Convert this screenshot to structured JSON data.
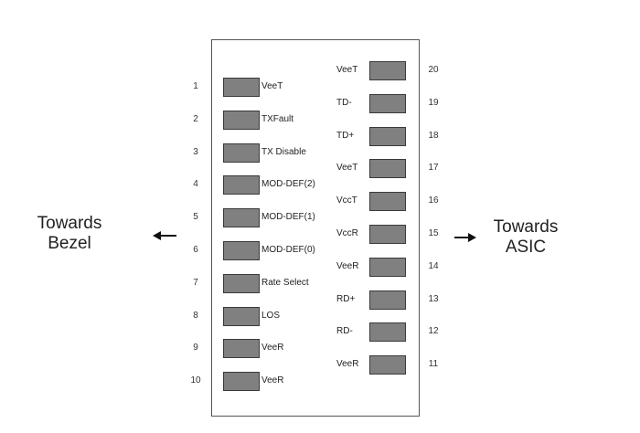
{
  "left_side": {
    "label_line1": "Towards",
    "label_line2": "Bezel"
  },
  "right_side": {
    "label_line1": "Towards",
    "label_line2": "ASIC"
  },
  "left_pins": [
    {
      "number": "1",
      "signal": "VeeT"
    },
    {
      "number": "2",
      "signal": "TXFault"
    },
    {
      "number": "3",
      "signal": "TX Disable"
    },
    {
      "number": "4",
      "signal": "MOD-DEF(2)"
    },
    {
      "number": "5",
      "signal": "MOD-DEF(1)"
    },
    {
      "number": "6",
      "signal": "MOD-DEF(0)"
    },
    {
      "number": "7",
      "signal": "Rate Select"
    },
    {
      "number": "8",
      "signal": "LOS"
    },
    {
      "number": "9",
      "signal": "VeeR"
    },
    {
      "number": "10",
      "signal": "VeeR"
    }
  ],
  "right_pins": [
    {
      "number": "20",
      "signal": "VeeT"
    },
    {
      "number": "19",
      "signal": "TD-"
    },
    {
      "number": "18",
      "signal": "TD+"
    },
    {
      "number": "17",
      "signal": "VeeT"
    },
    {
      "number": "16",
      "signal": "VccT"
    },
    {
      "number": "15",
      "signal": "VccR"
    },
    {
      "number": "14",
      "signal": "VeeR"
    },
    {
      "number": "13",
      "signal": "RD+"
    },
    {
      "number": "12",
      "signal": "RD-"
    },
    {
      "number": "11",
      "signal": "VeeR"
    }
  ],
  "colors": {
    "pad_fill": "#808080",
    "pad_border": "#3a3a3a",
    "outline": "#555555"
  }
}
